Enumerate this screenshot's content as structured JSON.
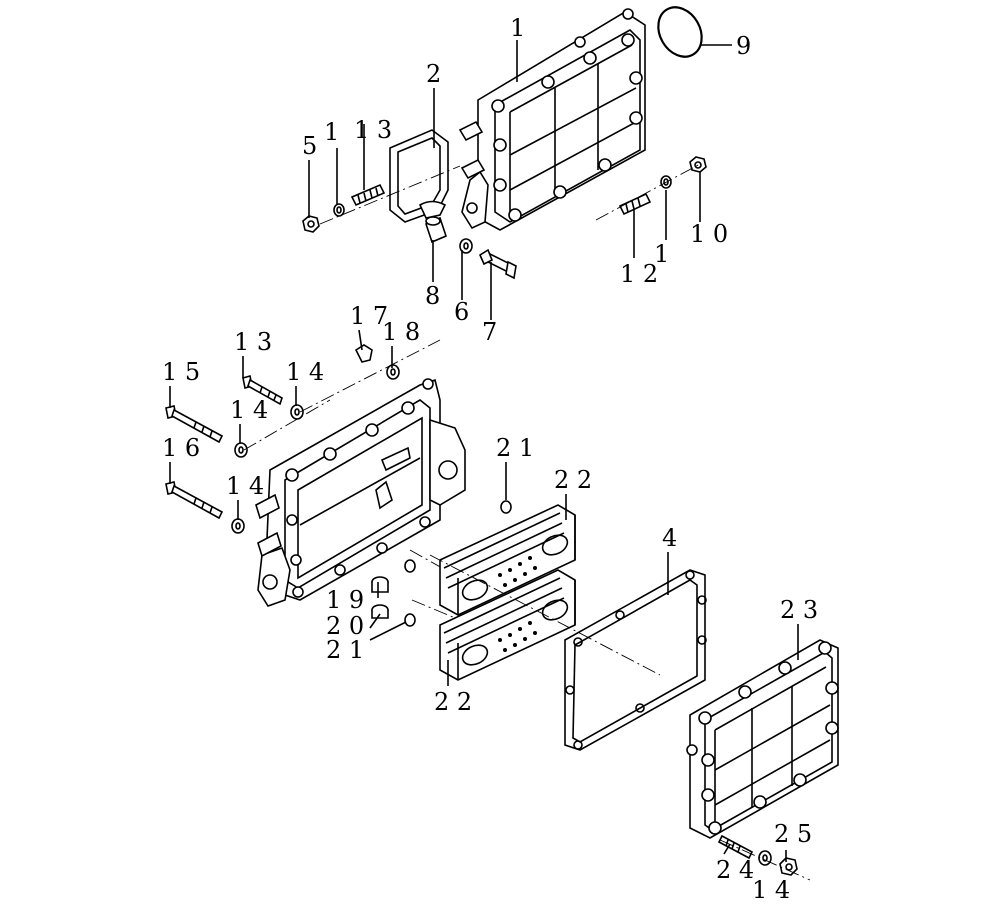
{
  "drawing": {
    "title": "",
    "callouts": [
      {
        "id": "1",
        "label": "1"
      },
      {
        "id": "2",
        "label": "2"
      },
      {
        "id": "3",
        "label": "1 3"
      },
      {
        "id": "5",
        "label": "5"
      },
      {
        "id": "6",
        "label": "1"
      },
      {
        "id": "7",
        "label": "8"
      },
      {
        "id": "8",
        "label": "6"
      },
      {
        "id": "9",
        "label": "7"
      },
      {
        "id": "10",
        "label": "9"
      },
      {
        "id": "11",
        "label": "1 0"
      },
      {
        "id": "12",
        "label": "1"
      },
      {
        "id": "13",
        "label": "1 2"
      },
      {
        "id": "14",
        "label": "1 7"
      },
      {
        "id": "15",
        "label": "1 8"
      },
      {
        "id": "16",
        "label": "1 3"
      },
      {
        "id": "17",
        "label": "1 4"
      },
      {
        "id": "18",
        "label": "1 5"
      },
      {
        "id": "19",
        "label": "1 4"
      },
      {
        "id": "20",
        "label": "1 6"
      },
      {
        "id": "21",
        "label": "1 4"
      },
      {
        "id": "22",
        "label": "1"
      },
      {
        "id": "23",
        "label": "1 4"
      },
      {
        "id": "24",
        "label": "2 1"
      },
      {
        "id": "25",
        "label": "2 2"
      },
      {
        "id": "26",
        "label": "4"
      },
      {
        "id": "27",
        "label": "1 9"
      },
      {
        "id": "28",
        "label": "2 0"
      },
      {
        "id": "29",
        "label": "2 1"
      },
      {
        "id": "30",
        "label": "2 2"
      },
      {
        "id": "31",
        "label": "2 3"
      },
      {
        "id": "32",
        "label": "2 5"
      },
      {
        "id": "33",
        "label": "2 4"
      },
      {
        "id": "34",
        "label": "1 4"
      }
    ]
  }
}
